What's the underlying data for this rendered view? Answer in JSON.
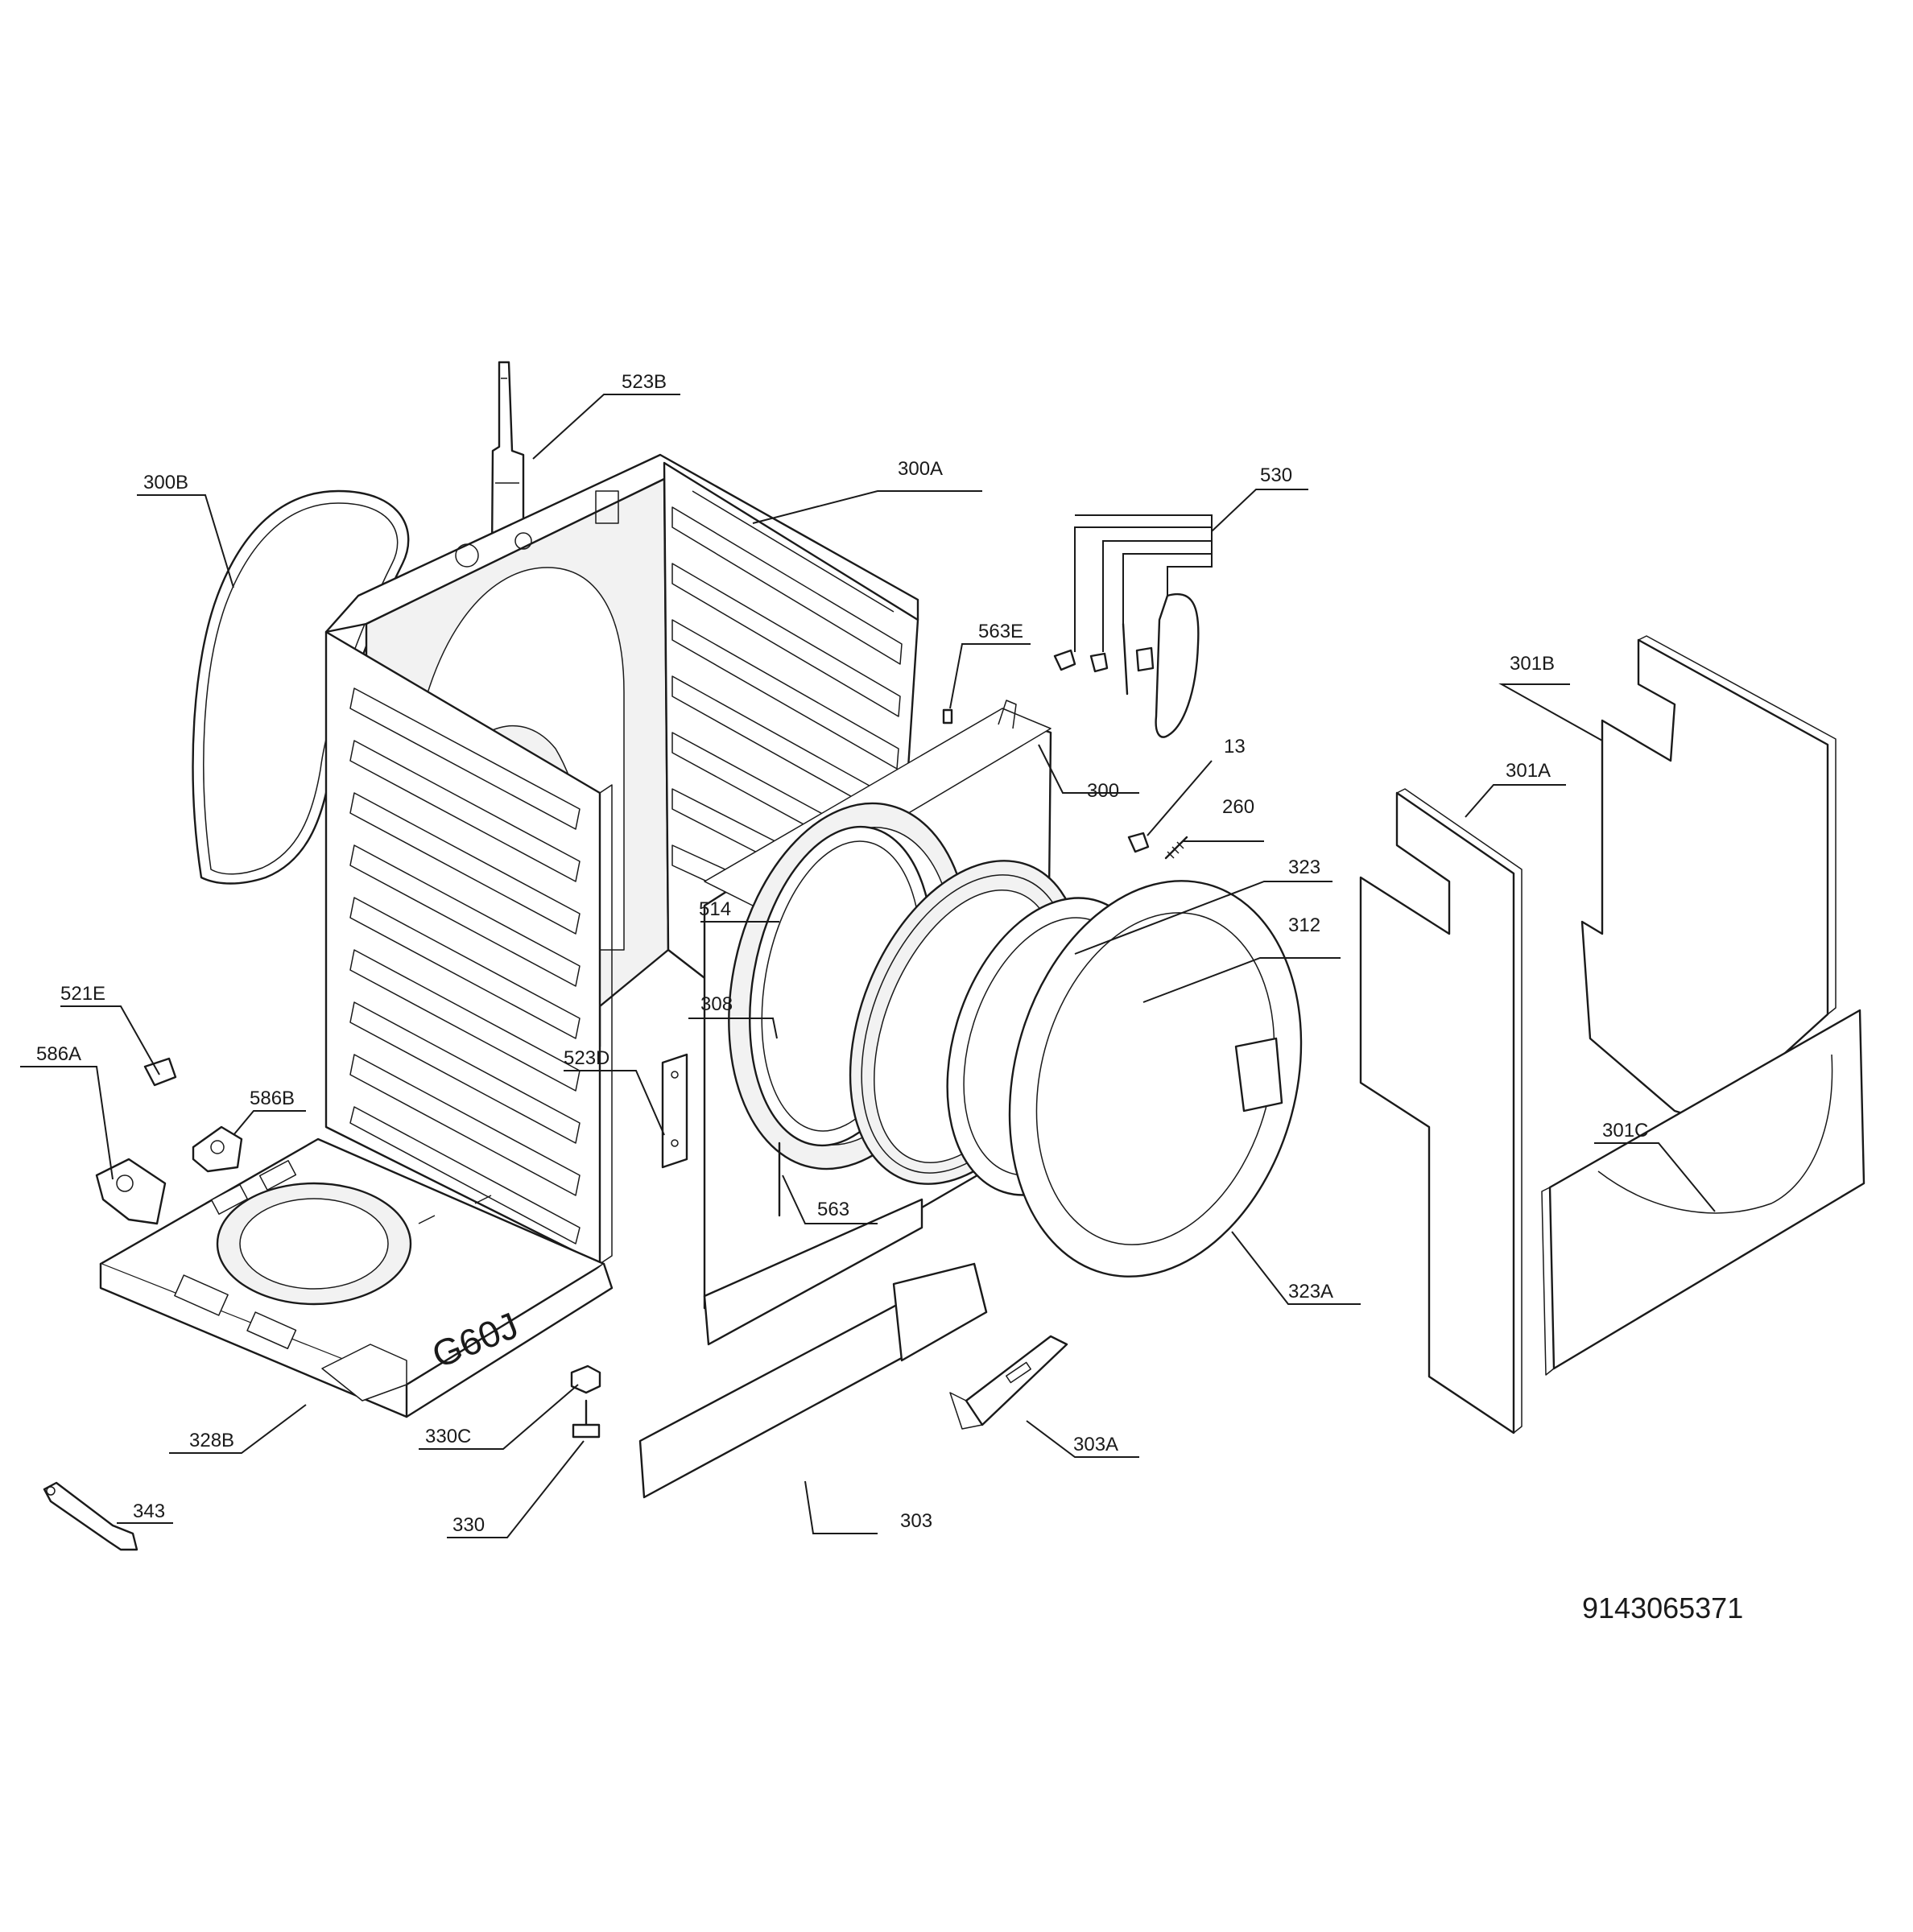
{
  "document_number": "9143065371",
  "base_stamp": "G60J",
  "callouts": {
    "c523B": "523B",
    "c300B": "300B",
    "c300A": "300A",
    "c530": "530",
    "c563E": "563E",
    "c301B": "301B",
    "c13": "13",
    "c301A": "301A",
    "c300": "300",
    "c260": "260",
    "c323": "323",
    "c312": "312",
    "c514": "514",
    "c521E": "521E",
    "c308": "308",
    "c586A": "586A",
    "c523D": "523D",
    "c586B": "586B",
    "c301C": "301C",
    "c563": "563",
    "c323A": "323A",
    "c328B": "328B",
    "c330C": "330C",
    "c303A": "303A",
    "c343": "343",
    "c303": "303",
    "c330": "330"
  }
}
